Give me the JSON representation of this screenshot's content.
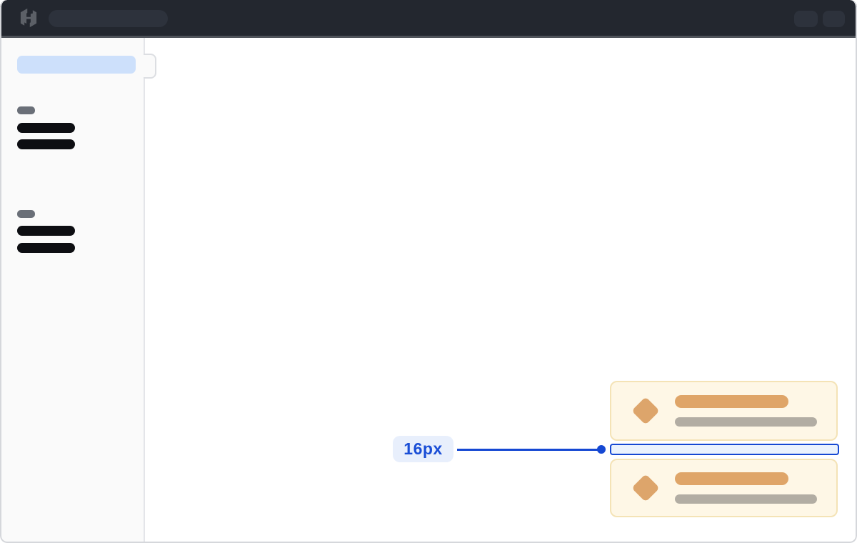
{
  "window": {
    "kind": "design-spec-screenshot",
    "app": "hashicorp-style-admin-ui-skeleton"
  },
  "topbar": {
    "logo_icon": "hashicorp-logo-icon",
    "placeholders": {
      "search_pill": "skeleton",
      "right_chips": [
        "skeleton",
        "skeleton"
      ]
    },
    "bg_color": "#23272F"
  },
  "sidebar": {
    "selected_item": "skeleton-selected-nav-pill",
    "groups": [
      {
        "label": "skeleton-section-label",
        "items": [
          "skeleton-nav-item",
          "skeleton-nav-item"
        ]
      },
      {
        "label": "skeleton-section-label",
        "items": [
          "skeleton-nav-item",
          "skeleton-nav-item"
        ]
      }
    ],
    "collapse_tab_icon": "sidebar-collapse-tab",
    "bg_color": "#FAFAFA",
    "selected_color": "#CDE0FB"
  },
  "main": {
    "cards": [
      {
        "icon": "diamond-icon",
        "title_bar": "skeleton",
        "subtitle_bar": "skeleton"
      },
      {
        "icon": "diamond-icon",
        "title_bar": "skeleton",
        "subtitle_bar": "skeleton"
      }
    ],
    "card_bg": "#FEF7E6",
    "card_border": "#F4E3B6",
    "card_accent": "#DDA56B"
  },
  "annotation": {
    "label": "16px",
    "meaning": "vertical gap between the two cards",
    "accent_color": "#1548D3",
    "highlight_fill": "#EAF2FD",
    "label_bg": "#E8EFFC"
  }
}
